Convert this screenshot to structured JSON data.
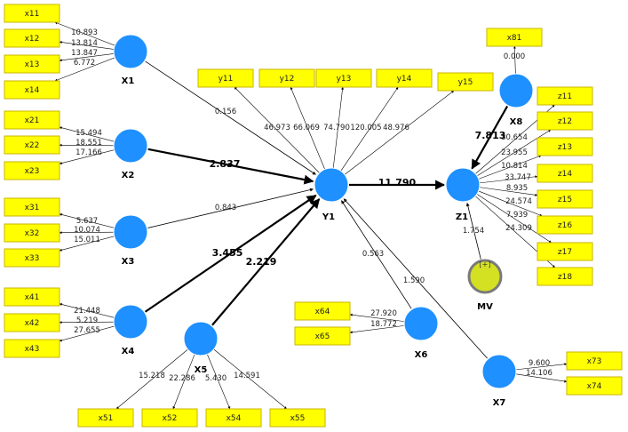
{
  "latent_variables": [
    {
      "id": "X1",
      "label": "X1"
    },
    {
      "id": "X2",
      "label": "X2"
    },
    {
      "id": "X3",
      "label": "X3"
    },
    {
      "id": "X4",
      "label": "X4"
    },
    {
      "id": "X5",
      "label": "X5"
    },
    {
      "id": "X6",
      "label": "X6"
    },
    {
      "id": "X7",
      "label": "X7"
    },
    {
      "id": "X8",
      "label": "X8"
    },
    {
      "id": "Y1",
      "label": "Y1"
    },
    {
      "id": "Z1",
      "label": "Z1"
    }
  ],
  "moderator": {
    "label": "MV",
    "symbol": "[+]"
  },
  "indicators": [
    {
      "label": "x11",
      "lv": "X1",
      "value": "10.893"
    },
    {
      "label": "x12",
      "lv": "X1",
      "value": "13.814"
    },
    {
      "label": "x13",
      "lv": "X1",
      "value": "13.847"
    },
    {
      "label": "x14",
      "lv": "X1",
      "value": "6.772"
    },
    {
      "label": "x21",
      "lv": "X2",
      "value": "15.494"
    },
    {
      "label": "x22",
      "lv": "X2",
      "value": "18.551"
    },
    {
      "label": "x23",
      "lv": "X2",
      "value": "17.166"
    },
    {
      "label": "x31",
      "lv": "X3",
      "value": "5.637"
    },
    {
      "label": "x32",
      "lv": "X3",
      "value": "10.074"
    },
    {
      "label": "x33",
      "lv": "X3",
      "value": "15.011"
    },
    {
      "label": "x41",
      "lv": "X4",
      "value": "21.448"
    },
    {
      "label": "x42",
      "lv": "X4",
      "value": "5.219"
    },
    {
      "label": "x43",
      "lv": "X4",
      "value": "27.655"
    },
    {
      "label": "x51",
      "lv": "X5",
      "value": "15.218"
    },
    {
      "label": "x52",
      "lv": "X5",
      "value": "22.286"
    },
    {
      "label": "x54",
      "lv": "X5",
      "value": "5.430"
    },
    {
      "label": "x55",
      "lv": "X5",
      "value": "14.591"
    },
    {
      "label": "x64",
      "lv": "X6",
      "value": "27.920"
    },
    {
      "label": "x65",
      "lv": "X6",
      "value": "18.772"
    },
    {
      "label": "x73",
      "lv": "X7",
      "value": "9.600"
    },
    {
      "label": "x74",
      "lv": "X7",
      "value": "14.106"
    },
    {
      "label": "x81",
      "lv": "X8",
      "value": "0.000"
    },
    {
      "label": "y11",
      "lv": "Y1",
      "value": "46.973"
    },
    {
      "label": "y12",
      "lv": "Y1",
      "value": "66.069"
    },
    {
      "label": "y13",
      "lv": "Y1",
      "value": "74.790"
    },
    {
      "label": "y14",
      "lv": "Y1",
      "value": "120.005"
    },
    {
      "label": "y15",
      "lv": "Y1",
      "value": "48.976"
    },
    {
      "label": "z11",
      "lv": "Z1",
      "value": "30.654"
    },
    {
      "label": "z12",
      "lv": "Z1",
      "value": "23.955"
    },
    {
      "label": "z13",
      "lv": "Z1",
      "value": "10.814"
    },
    {
      "label": "z14",
      "lv": "Z1",
      "value": "33.747"
    },
    {
      "label": "z15",
      "lv": "Z1",
      "value": "8.935"
    },
    {
      "label": "z16",
      "lv": "Z1",
      "value": "24.574"
    },
    {
      "label": "z17",
      "lv": "Z1",
      "value": "7.939"
    },
    {
      "label": "z18",
      "lv": "Z1",
      "value": "24.309"
    }
  ],
  "paths": [
    {
      "from": "X1",
      "to": "Y1",
      "value": "0.156",
      "bold": false
    },
    {
      "from": "X2",
      "to": "Y1",
      "value": "2.837",
      "bold": true
    },
    {
      "from": "X3",
      "to": "Y1",
      "value": "0.843",
      "bold": false
    },
    {
      "from": "X4",
      "to": "Y1",
      "value": "3.455",
      "bold": true
    },
    {
      "from": "X5",
      "to": "Y1",
      "value": "2.219",
      "bold": true
    },
    {
      "from": "X6",
      "to": "Y1",
      "value": "0.563",
      "bold": false
    },
    {
      "from": "X7",
      "to": "Y1",
      "value": "1.590",
      "bold": false
    },
    {
      "from": "Y1",
      "to": "Z1",
      "value": "11.790",
      "bold": true
    },
    {
      "from": "X8",
      "to": "Z1",
      "value": "7.813",
      "bold": true
    },
    {
      "from": "MV",
      "to": "Z1",
      "value": "1.754",
      "bold": false
    }
  ],
  "colors": {
    "latent": "#1e90ff",
    "indicator": "#ffff00",
    "moderator_fill": "#d4e022",
    "moderator_stroke": "#7a7a7a"
  }
}
